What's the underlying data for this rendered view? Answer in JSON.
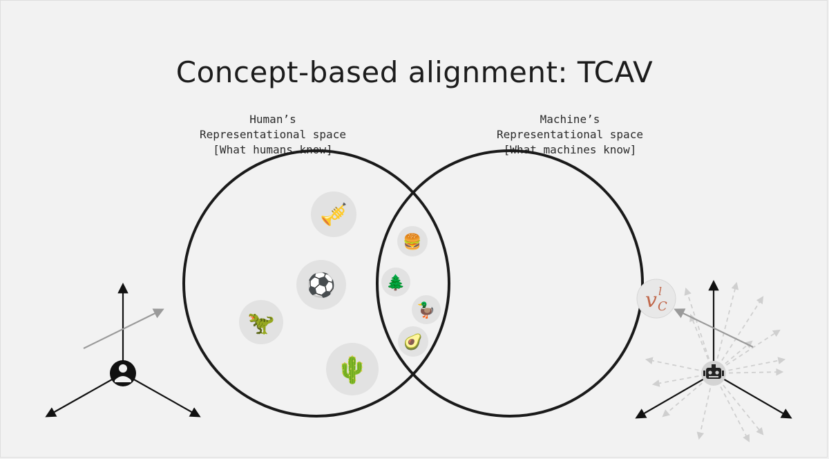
{
  "title": "Concept-based alignment: TCAV",
  "human_space": {
    "lines": [
      "Human’s",
      "Representational space",
      "[What humans know]"
    ]
  },
  "machine_space": {
    "lines": [
      "Machine’s",
      "Representational space",
      "[What machines know]"
    ]
  },
  "concepts": {
    "human_only": [
      {
        "name": "trumpet",
        "glyph": "🎺"
      },
      {
        "name": "soccer-ball",
        "glyph": "⚽"
      },
      {
        "name": "dinosaur",
        "glyph": "🦖"
      },
      {
        "name": "cactus",
        "glyph": "🌵"
      }
    ],
    "shared": [
      {
        "name": "burger",
        "glyph": "🍔"
      },
      {
        "name": "tree",
        "glyph": "🌲"
      },
      {
        "name": "duck",
        "glyph": "🦆"
      },
      {
        "name": "avocado",
        "glyph": "🥑"
      }
    ]
  },
  "cav_label": {
    "v": "v",
    "sup": "l",
    "sub": "C"
  },
  "colors": {
    "accent": "#c0674a",
    "circle_stroke": "#1a1a1a",
    "bubble_fill": "#e2e2e2"
  }
}
